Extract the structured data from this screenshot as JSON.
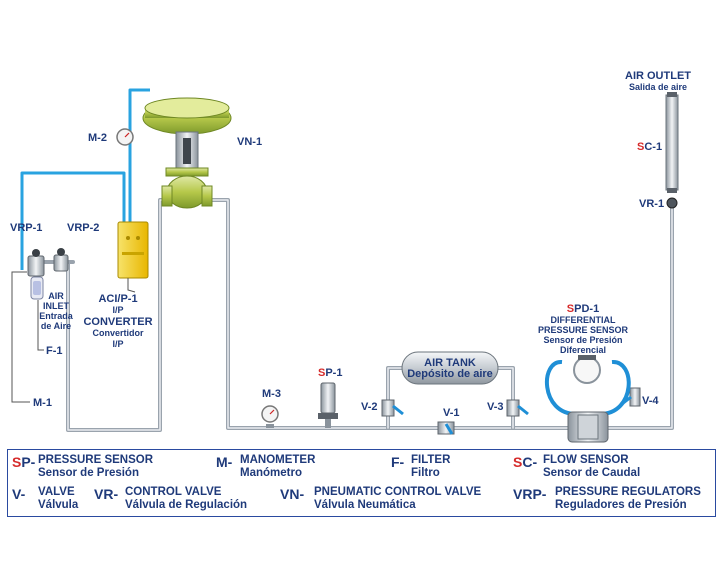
{
  "labels": {
    "air_outlet": "AIR OUTLET",
    "air_outlet_es": "Salida de aire",
    "sc1_prefix": "S",
    "sc1_suffix": "C-1",
    "vr1": "VR-1",
    "m2": "M-2",
    "vn1": "VN-1",
    "vrp1": "VRP-1",
    "vrp2": "VRP-2",
    "air_inlet": "AIR",
    "air_inlet_2": "INLET",
    "air_inlet_es1": "Entrada",
    "air_inlet_es2": "de Aire",
    "f1": "F-1",
    "m1": "M-1",
    "acip1": "ACI/P-1",
    "ip": "I/P",
    "converter": "CONVERTER",
    "convertidor": "Convertidor",
    "ip2": "I/P",
    "m3": "M-3",
    "sp1_prefix": "S",
    "sp1_suffix": "P-1",
    "air_tank": "AIR TANK",
    "air_tank_es": "Depósito de aire",
    "v1": "V-1",
    "v2": "V-2",
    "v3": "V-3",
    "v4": "V-4",
    "spd1_prefix": "S",
    "spd1_suffix": "PD-1",
    "diff1": "DIFFERENTIAL",
    "diff2": "PRESSURE SENSOR",
    "diff_es1": "Sensor de Presión",
    "diff_es2": "Diferencial"
  },
  "legend": [
    {
      "code_red": "S",
      "code": "P-",
      "en": "PRESSURE SENSOR",
      "es": "Sensor de Presión"
    },
    {
      "code_red": "",
      "code": "M-",
      "en": "MANOMETER",
      "es": "Manómetro"
    },
    {
      "code_red": "",
      "code": "F-",
      "en": "FILTER",
      "es": "Filtro"
    },
    {
      "code_red": "S",
      "code": "C-",
      "en": "FLOW SENSOR",
      "es": "Sensor de Caudal"
    },
    {
      "code_red": "",
      "code": "V-",
      "en": "VALVE",
      "es": "Válvula"
    },
    {
      "code_red": "",
      "code": "VR-",
      "en": "CONTROL VALVE",
      "es": "Válvula de Regulación"
    },
    {
      "code_red": "",
      "code": "VN-",
      "en": "PNEUMATIC CONTROL VALVE",
      "es": "Válvula Neumática"
    },
    {
      "code_red": "",
      "code": "VRP-",
      "en": "PRESSURE REGULATORS",
      "es": "Reguladores de Presión"
    }
  ],
  "colors": {
    "label": "#1f3a7a",
    "accent_red": "#d62b2b",
    "signal_line": "#29a3e0",
    "pipe": "#9aa3ad",
    "converter": "#f3d21a",
    "valve_handle": "#1f8fd6"
  }
}
